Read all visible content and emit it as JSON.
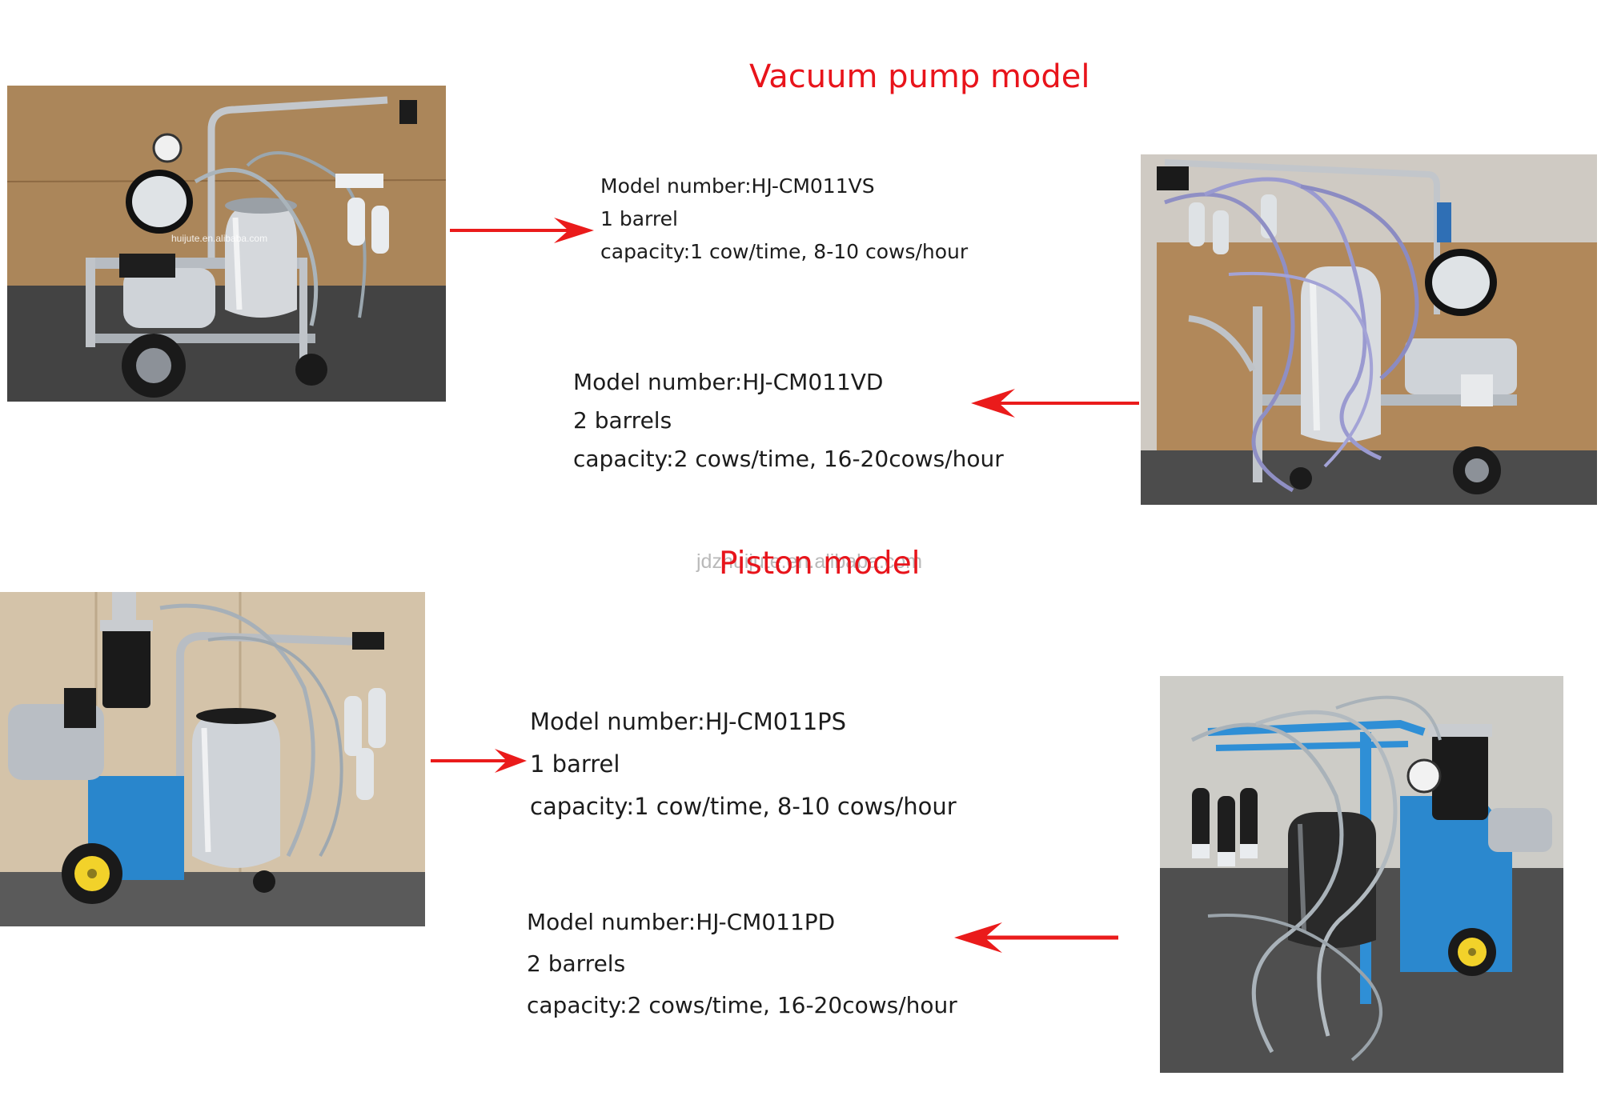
{
  "sections": {
    "vacuum": {
      "title": "Vacuum pump model"
    },
    "piston": {
      "title": "Piston model"
    }
  },
  "watermark": {
    "text": "jdzhuijute.en.alibaba.com"
  },
  "products": {
    "vs": {
      "model": "Model number:HJ-CM011VS",
      "barrels": "1 barrel",
      "capacity": "capacity:1 cow/time, 8-10 cows/hour"
    },
    "vd": {
      "model": "Model number:HJ-CM011VD",
      "barrels": "2 barrels",
      "capacity": "capacity:2 cows/time, 16-20cows/hour"
    },
    "ps": {
      "model": "Model number:HJ-CM011PS",
      "barrels": "1 barrel",
      "capacity": "capacity:1 cow/time, 8-10 cows/hour"
    },
    "pd": {
      "model": "Model number:HJ-CM011PD",
      "barrels": "2 barrels",
      "capacity": "capacity:2 cows/time, 16-20cows/hour"
    }
  },
  "photo_caption": "huijute.en.alibaba.com",
  "colors": {
    "title_red": "#e8141b",
    "arrow_red": "#ea1b1b",
    "machine_blue": "#2f8fd6",
    "wheel_yellow": "#f2d22a",
    "steel": "#c9ccd0",
    "wood": "#b08a5e"
  }
}
